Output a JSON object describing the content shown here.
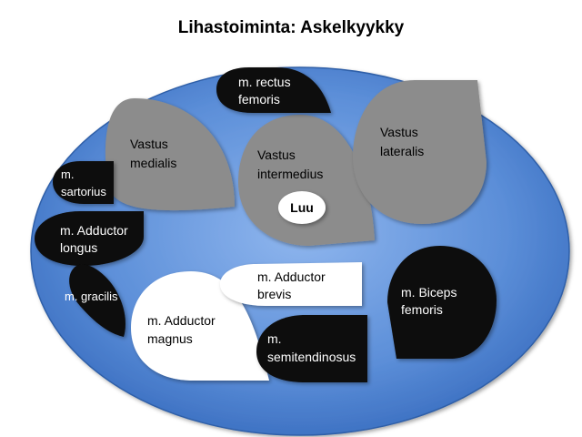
{
  "title": "Lihastoiminta: Askelkyykky",
  "colors": {
    "section": "#5b8ed8",
    "section_edge": "#2f5fa8",
    "vastus": "#8c8c8c",
    "dark_muscle": "#0a0a0a",
    "white_muscle": "#ffffff",
    "text_dark": "#000000",
    "text_light": "#ffffff"
  },
  "muscles": {
    "rectus_femoris": [
      "m. rectus",
      "femoris"
    ],
    "vastus_medialis": [
      "Vastus",
      "medialis"
    ],
    "vastus_intermedius": [
      "Vastus",
      "intermedius"
    ],
    "vastus_lateralis": [
      "Vastus",
      "lateralis"
    ],
    "sartorius": [
      "m.",
      "sartorius"
    ],
    "adductor_longus": [
      "m. Adductor",
      "longus"
    ],
    "gracilis": [
      "m. gracilis"
    ],
    "adductor_magnus": [
      "m. Adductor",
      "magnus"
    ],
    "adductor_brevis": [
      "m. Adductor",
      "brevis"
    ],
    "semitendinosus": [
      "m.",
      "semitendinosus"
    ],
    "biceps_femoris": [
      "m. Biceps",
      "femoris"
    ]
  },
  "bone": "Luu"
}
